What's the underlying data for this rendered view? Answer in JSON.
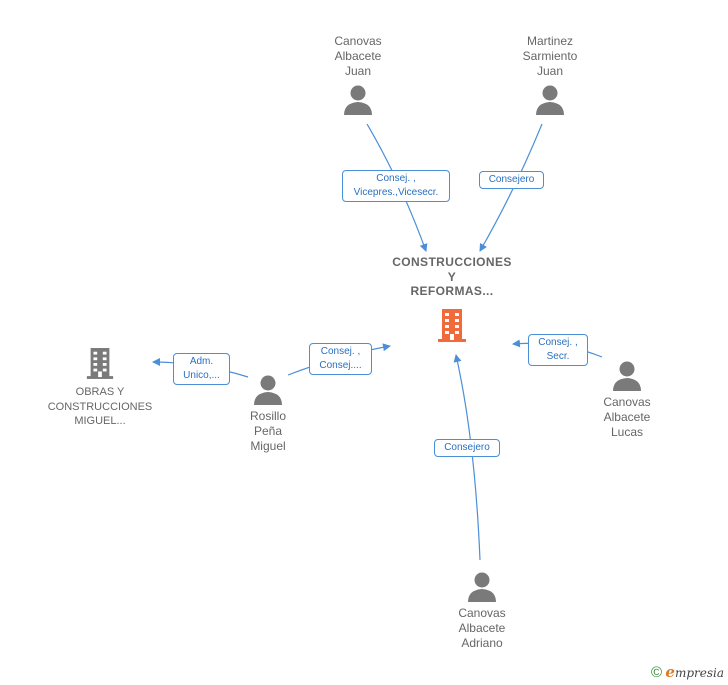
{
  "colors": {
    "edge": "#4a8fd8",
    "person": "#7a7a7a",
    "main_company": "#f06a3c",
    "company": "#7a7a7a",
    "label_text": "#2a6fc0"
  },
  "nodes": {
    "main_company": {
      "name": "CONSTRUCCIONES\nY\nREFORMAS...",
      "icon": "building-icon"
    },
    "obras": {
      "name": "OBRAS Y\nCONSTRUCCIONES\nMIGUEL...",
      "icon": "building-icon"
    },
    "canovas_juan": {
      "name": "Canovas\nAlbacete\nJuan",
      "icon": "person-icon"
    },
    "martinez_juan": {
      "name": "Martinez\nSarmiento\nJuan",
      "icon": "person-icon"
    },
    "rosillo_miguel": {
      "name": "Rosillo\nPeña\nMiguel",
      "icon": "person-icon"
    },
    "canovas_lucas": {
      "name": "Canovas\nAlbacete\nLucas",
      "icon": "person-icon"
    },
    "canovas_adriano": {
      "name": "Canovas\nAlbacete\nAdriano",
      "icon": "person-icon"
    }
  },
  "edges": {
    "canovas_juan": {
      "label": "Consej. ,\nVicepres.,Vicesecr."
    },
    "martinez_juan": {
      "label": "Consejero"
    },
    "rosillo_main": {
      "label": "Consej. ,\nConsej...."
    },
    "rosillo_obras": {
      "label": "Adm.\nUnico,..."
    },
    "canovas_lucas": {
      "label": "Consej. ,\nSecr."
    },
    "canovas_adriano": {
      "label": "Consejero"
    }
  },
  "footer": {
    "copyright": "©",
    "brand_initial": "e",
    "brand_rest": "mpresia"
  }
}
